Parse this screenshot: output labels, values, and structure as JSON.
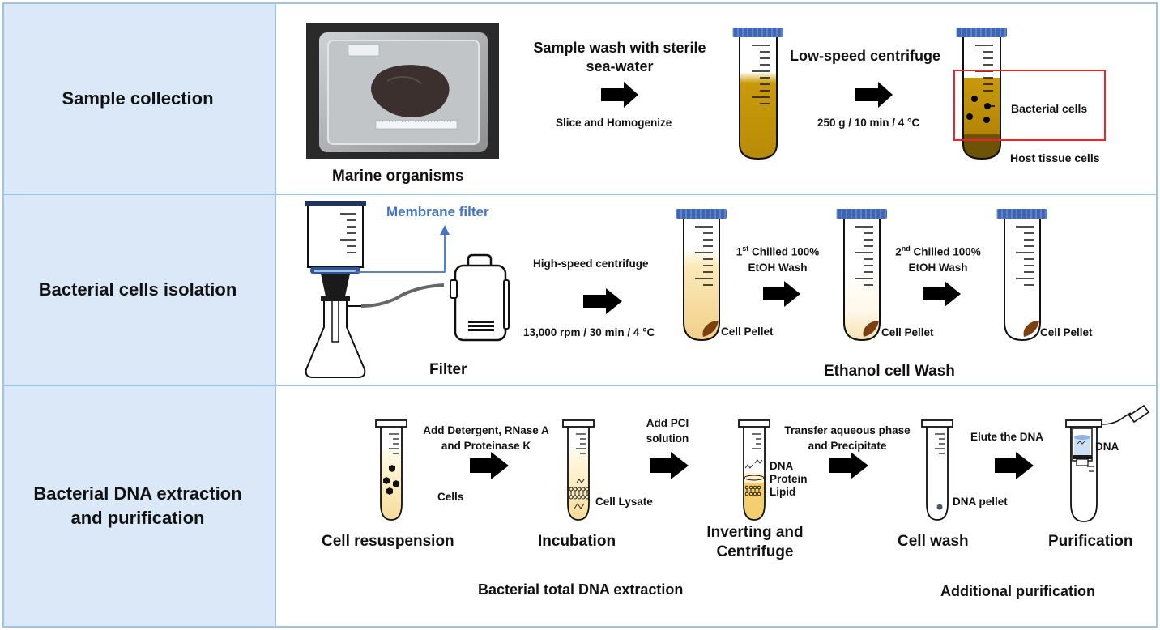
{
  "stages": {
    "collection": "Sample collection",
    "isolation": "Bacterial cells isolation",
    "extraction_line1": "Bacterial DNA extraction",
    "extraction_line2": "and purification"
  },
  "row1": {
    "photo_caption": "Marine organisms",
    "wash_title": "Sample wash with sterile sea-water",
    "wash_sub": "Slice and Homogenize",
    "centrifuge_title": "Low-speed centrifuge",
    "centrifuge_sub": "250 g / 10 min / 4 °C",
    "bacterial_cells": "Bacterial cells",
    "host_cells": "Host tissue cells"
  },
  "row2": {
    "membrane_filter": "Membrane filter",
    "filter_caption": "Filter",
    "hs_centrifuge": "High-speed centrifuge",
    "hs_params": "13,000 rpm / 30 min / 4 °C",
    "wash1_sup": "st",
    "wash1_a": "1",
    "wash1_b": " Chilled 100%",
    "wash1_c": "EtOH Wash",
    "wash2_a": "2",
    "wash2_sup": "nd",
    "wash2_b": " Chilled 100%",
    "wash2_c": "EtOH Wash",
    "pellet": "Cell Pellet",
    "ethanol_wash": "Ethanol cell Wash"
  },
  "row3": {
    "step1_note_a": "Add Detergent, RNase A",
    "step1_note_b": "and Proteinase K",
    "cells": "Cells",
    "cell_lysate": "Cell Lysate",
    "step2_note_a": "Add PCI",
    "step2_note_b": "solution",
    "dna": "DNA",
    "protein": "Protein",
    "lipid": "Lipid",
    "step3_note_a": "Transfer aqueous phase",
    "step3_note_b": "and Precipitate",
    "dna_pellet": "DNA pellet",
    "step4_note": "Elute the DNA",
    "dna_col": "DNA",
    "cap_resuspension": "Cell resuspension",
    "cap_incubation": "Incubation",
    "cap_inverting_a": "Inverting and",
    "cap_inverting_b": "Centrifuge",
    "cap_cellwash": "Cell wash",
    "cap_purification": "Purification",
    "footer_extraction": "Bacterial total DNA extraction",
    "footer_purification": "Additional purification"
  },
  "colors": {
    "border": "#9dc3e6",
    "stage_bg": "#dbe8f7",
    "gold": "#c49a0a",
    "light_gold": "#f5dfa3",
    "pellet": "#7b3f12",
    "cap": "#3f66b3",
    "accent_red": "#e8252b",
    "membrane_blue": "#4472c4"
  }
}
